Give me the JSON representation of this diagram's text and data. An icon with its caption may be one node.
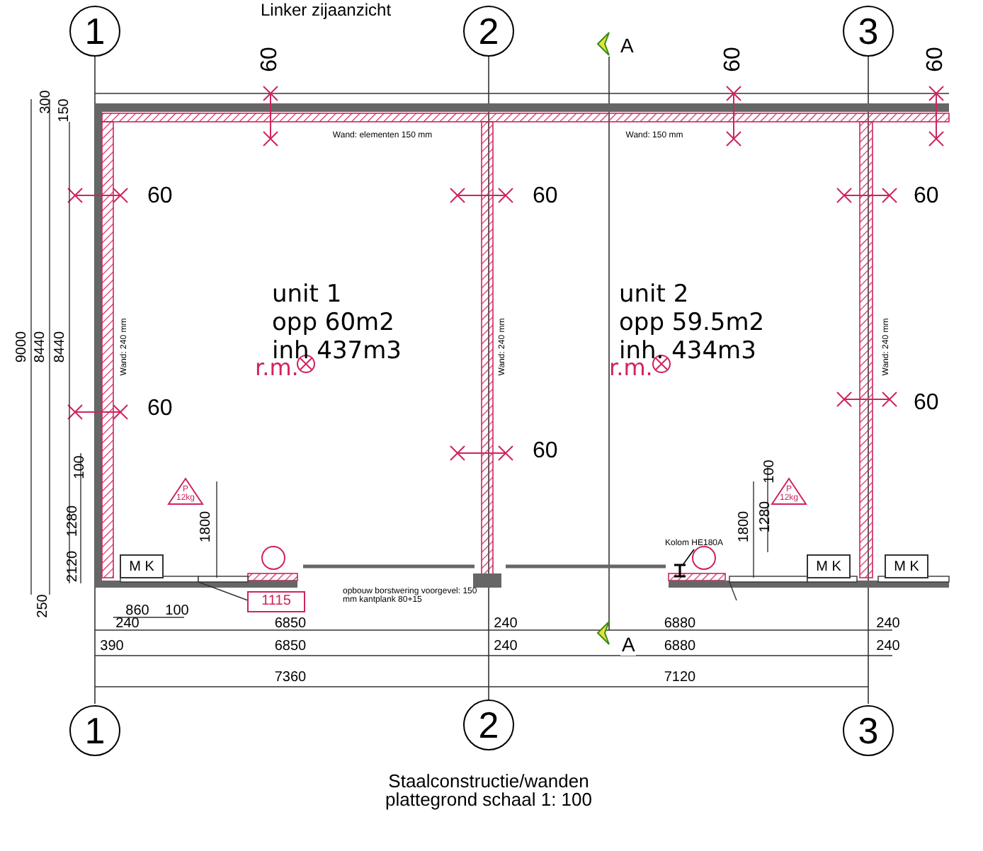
{
  "diagram": {
    "caption": "Staalconstructie/wanden plattegrond schaal 1: 100",
    "nodes": [
      {
        "text": [
          "Kolom HE180A"
        ]
      },
      {
        "text": [],
        "shape": "box"
      }
    ],
    "edges": [
      {
        "from": 0,
        "to": 1,
        "arrow": "none"
      }
    ],
    "labels": [
      "Linker zijaanzicht",
      "1",
      "2",
      "A",
      "3",
      "60",
      "60",
      "60",
      "300",
      "150",
      "9000",
      "8440",
      "8440",
      "100",
      "1280",
      "2120",
      "250",
      "Wand: elementen 150 mm",
      "Wand: 150 mm",
      "60",
      "60",
      "60",
      "Wand: 240 mm",
      "Wand: 240 mm",
      "Wand: 240 mm",
      "unit 1",
      "opp 60m2",
      "inh 437m3",
      "unit 2",
      "opp 59.5m2",
      "inh. 434m3",
      "r.m.",
      "r.m.",
      "60",
      "60",
      "60",
      "P",
      "12kg",
      "1800",
      "100",
      "1800",
      "1280",
      "P",
      "12kg",
      "M K",
      "M K",
      "M K",
      "1115",
      "opbouw borstwering voorgevel: 150 mm kantplank 80+15",
      "860",
      "100",
      "A",
      "240",
      "6850",
      "240",
      "6880",
      "240",
      "390",
      "6850",
      "240",
      "6880",
      "240",
      "7360",
      "7120",
      "1",
      "2",
      "3"
    ]
  }
}
